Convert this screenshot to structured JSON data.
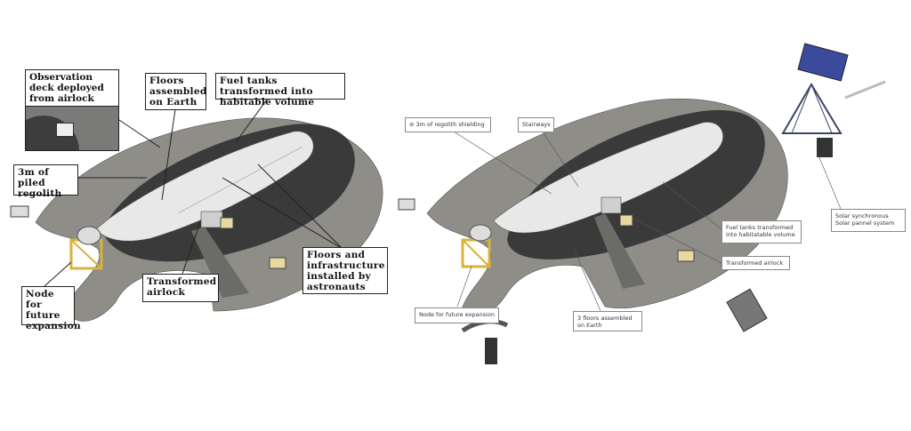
{
  "left_diagram": {
    "labels": {
      "observation_deck": "Observation deck deployed from airlock",
      "floors_assembled": "Floors assembled on Earth",
      "fuel_tanks": "Fuel tanks transformed into habitable volume",
      "piled_regolith": "3m of piled regolith",
      "node": "Node for future expansion",
      "airlock": "Transformed airlock",
      "floors_infrastructure": "Floors and infrastructure installed by astronauts"
    }
  },
  "right_diagram": {
    "labels": {
      "regolith_shielding": "⊘ 3m of regolith shielding",
      "stairways": "Stairways",
      "fuel_tanks": "Fuel tanks transformed into habitatable volume",
      "airlock": "Transformed airlock",
      "node": "Node for future expansion",
      "floors": "3 floors assembled on Earth",
      "solar": "Solar synchronous Solar pannel system"
    }
  },
  "colors": {
    "berm": "#8f8d88",
    "pit": "#3a3a3a",
    "hull": "#e8e8e8",
    "node": "#d9b23a",
    "solar": "#3b4a9a"
  }
}
